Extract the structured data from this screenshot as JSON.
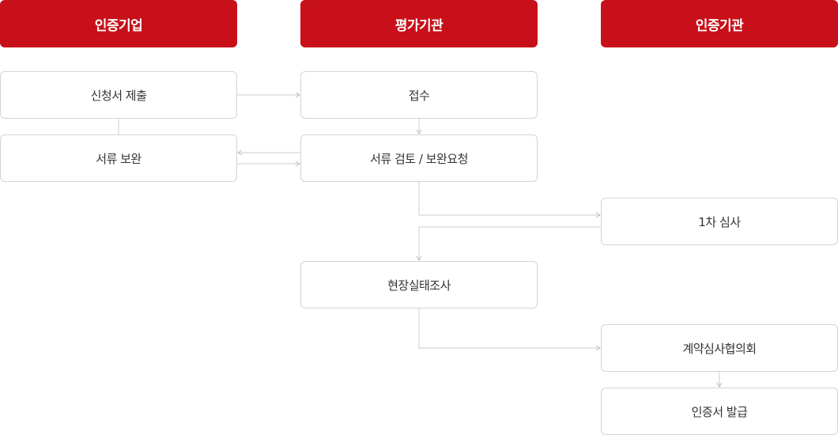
{
  "headers": {
    "company": "인증기업",
    "evaluator": "평가기관",
    "certifier": "인증기관"
  },
  "steps": {
    "submit_application": "신청서 제출",
    "supplement_docs": "서류 보완",
    "receipt": "접수",
    "review_docs": "서류 검토 / 보완요청",
    "first_review": "1차 심사",
    "onsite_inspection": "현장실태조사",
    "contract_council": "계약심사협의회",
    "issue_certificate": "인증서 발급"
  },
  "colors": {
    "header_bg": "#c8101a",
    "header_text": "#ffffff",
    "box_border": "#d4d4d4",
    "connector": "#cccccc"
  }
}
